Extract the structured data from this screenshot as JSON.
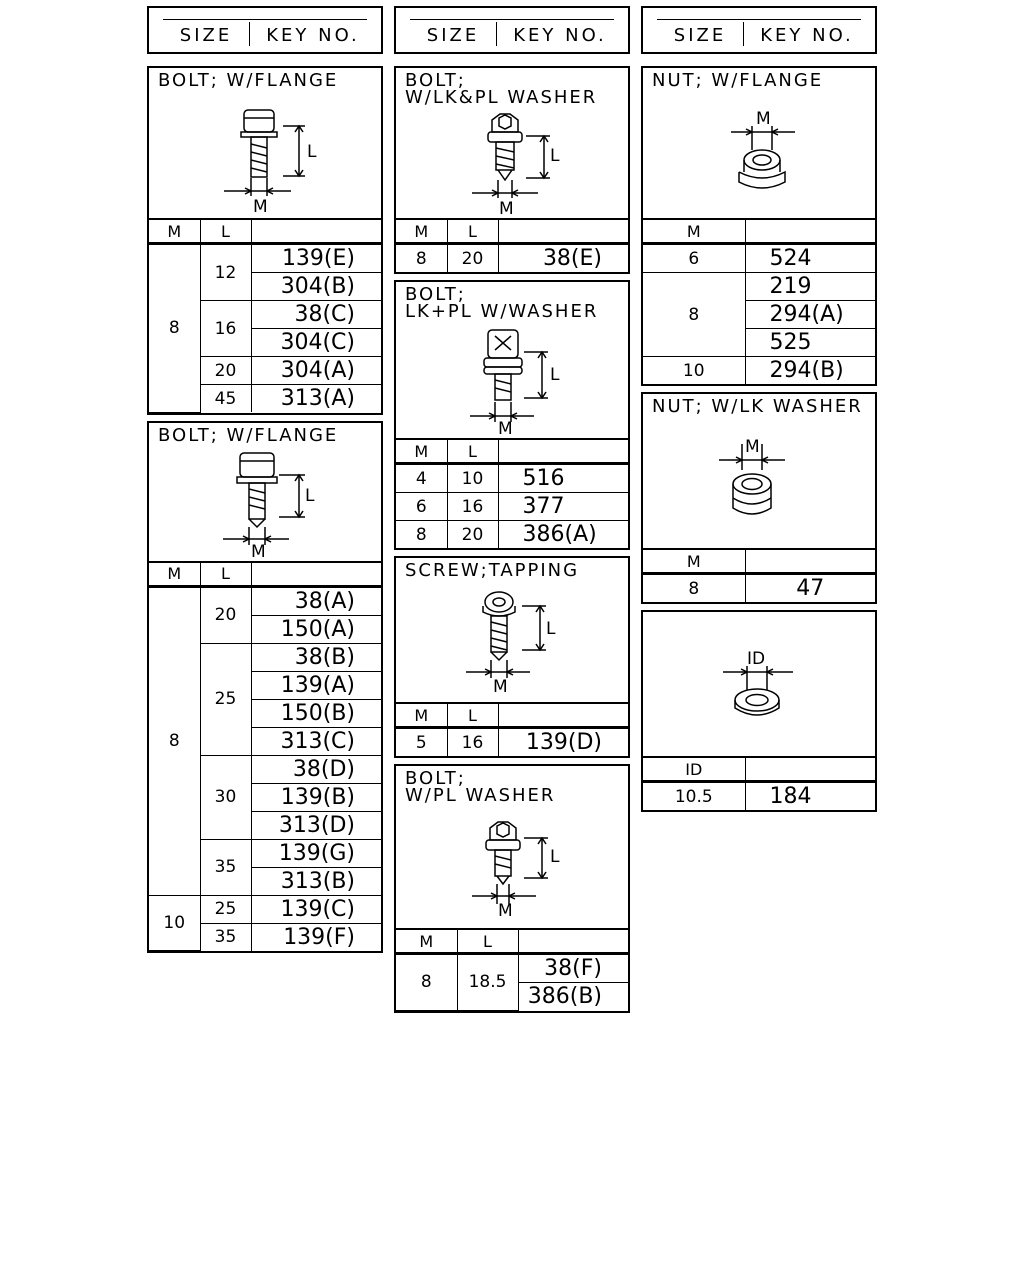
{
  "header": {
    "size_label": "SIZE",
    "key_label": "KEY NO."
  },
  "col1": {
    "b1": {
      "title": "BOLT; W/FLANGE",
      "dim_L": "L",
      "dim_M": "M",
      "col_m": "M",
      "col_l": "L",
      "m_value": "8",
      "groups": [
        {
          "l": "12",
          "keys": [
            "139(E)",
            "304(B)"
          ]
        },
        {
          "l": "16",
          "keys": [
            "38(C)",
            "304(C)"
          ]
        },
        {
          "l": "20",
          "keys": [
            "304(A)"
          ]
        },
        {
          "l": "45",
          "keys": [
            "313(A)"
          ]
        }
      ]
    },
    "b2": {
      "title": "BOLT; W/FLANGE",
      "dim_L": "L",
      "dim_M": "M",
      "col_m": "M",
      "col_l": "L",
      "m1": "8",
      "m2": "10",
      "groups": [
        {
          "l": "20",
          "keys": [
            "38(A)",
            "150(A)"
          ]
        },
        {
          "l": "25",
          "keys": [
            "38(B)",
            "139(A)",
            "150(B)",
            "313(C)"
          ]
        },
        {
          "l": "30",
          "keys": [
            "38(D)",
            "139(B)",
            "313(D)"
          ]
        },
        {
          "l": "35",
          "keys": [
            "139(G)",
            "313(B)"
          ]
        },
        {
          "l": "25",
          "keys": [
            "139(C)"
          ]
        },
        {
          "l": "35",
          "keys": [
            "139(F)"
          ]
        }
      ]
    }
  },
  "col2": {
    "b1": {
      "title": "BOLT;\nW/LK&PL WASHER",
      "dim_L": "L",
      "dim_M": "M",
      "col_m": "M",
      "col_l": "L",
      "row": {
        "m": "8",
        "l": "20",
        "key": "38(E)"
      }
    },
    "b2": {
      "title": "BOLT;\nLK+PL W/WASHER",
      "dim_L": "L",
      "dim_M": "M",
      "col_m": "M",
      "col_l": "L",
      "rows": [
        {
          "m": "4",
          "l": "10",
          "key": "516"
        },
        {
          "m": "6",
          "l": "16",
          "key": "377"
        },
        {
          "m": "8",
          "l": "20",
          "key": "386(A)"
        }
      ]
    },
    "b3": {
      "title": "SCREW;TAPPING",
      "dim_L": "L",
      "dim_M": "M",
      "col_m": "M",
      "col_l": "L",
      "row": {
        "m": "5",
        "l": "16",
        "key": "139(D)"
      }
    },
    "b4": {
      "title": "BOLT;\nW/PL WASHER",
      "dim_L": "L",
      "dim_M": "M",
      "col_m": "M",
      "col_l": "L",
      "m": "8",
      "l": "18.5",
      "keys": [
        "38(F)",
        "386(B)"
      ]
    }
  },
  "col3": {
    "b1": {
      "title": "NUT; W/FLANGE",
      "dim_M": "M",
      "col_m": "M",
      "rows": [
        {
          "m": "6",
          "keys": [
            "524"
          ]
        },
        {
          "m": "8",
          "keys": [
            "219",
            "294(A)",
            "525"
          ]
        },
        {
          "m": "10",
          "keys": [
            "294(B)"
          ]
        }
      ]
    },
    "b2": {
      "title": "NUT; W/LK WASHER",
      "dim_M": "M",
      "col_m": "M",
      "row": {
        "m": "8",
        "key": "47"
      }
    },
    "b3": {
      "dim_ID": "ID",
      "col_id": "ID",
      "row": {
        "id": "10.5",
        "key": "184"
      }
    }
  }
}
